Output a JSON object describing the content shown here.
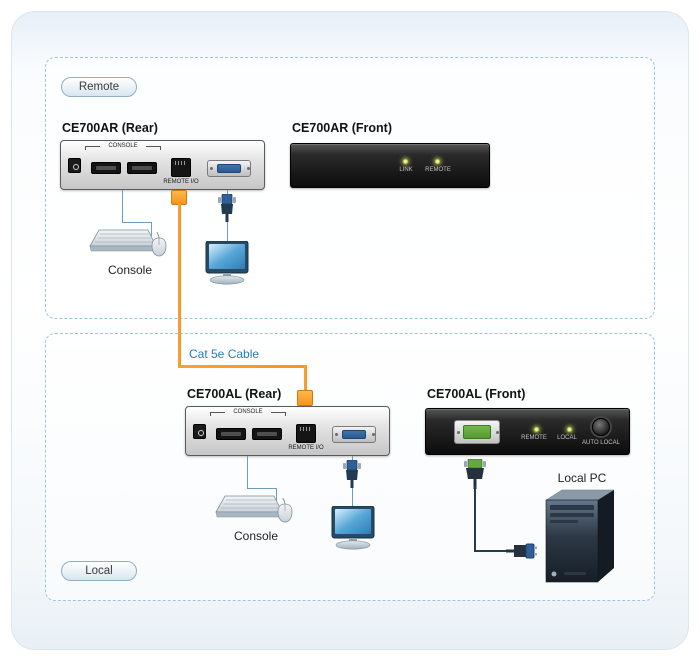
{
  "remote": {
    "zone_label": "Remote",
    "rear_title": "CE700AR (Rear)",
    "front_title": "CE700AR (Front)",
    "console_label": "Console",
    "front_leds": [
      "LINK",
      "REMOTE"
    ]
  },
  "local": {
    "zone_label": "Local",
    "rear_title": "CE700AL (Rear)",
    "front_title": "CE700AL (Front)",
    "console_label": "Console",
    "pc_label": "Local PC",
    "front_leds": [
      "REMOTE",
      "LOCAL"
    ],
    "auto_button_label": "AUTO LOCAL"
  },
  "cable": {
    "label": "Cat 5e Cable"
  },
  "rear_device": {
    "console_group": "CONSOLE",
    "io_port": "REMOTE I/O"
  },
  "colors": {
    "cable_orange": "#F7941D",
    "connector_line": "#6F9CBA",
    "cable_label_blue": "#2A7CB8",
    "vga_blue": "#2E5F96",
    "vga_green": "#63A93C",
    "zone_dash": "#9CC4DA"
  }
}
